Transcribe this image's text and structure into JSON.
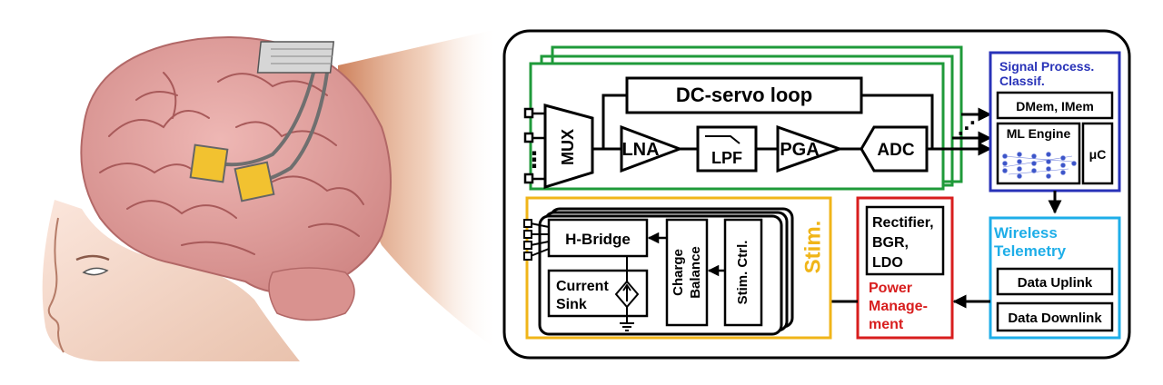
{
  "processing": {
    "title_line1": "Signal Process.",
    "title_line2": "Classif.",
    "dmem": "DMem, IMem",
    "ml_engine": "ML Engine",
    "uc": "μC"
  },
  "frontend": {
    "dc_servo": "DC-servo loop",
    "mux": "MUX",
    "lna": "LNA",
    "lpf": "LPF",
    "pga": "PGA",
    "adc": "ADC",
    "mux_dots": "⋮",
    "out_dots": "⋰"
  },
  "stim": {
    "label": "Stim.",
    "h_bridge": "H-Bridge",
    "current_line1": "Current",
    "current_line2": "Sink",
    "charge_line1": "Charge",
    "charge_line2": "Balance",
    "ctrl": "Stim. Ctrl."
  },
  "power": {
    "rect_line1": "Rectifier,",
    "rect_line2": "BGR,",
    "rect_line3": "LDO",
    "title_line1": "Power",
    "title_line2": "Manage-",
    "title_line3": "ment"
  },
  "wireless": {
    "title_line1": "Wireless",
    "title_line2": "Telemetry",
    "uplink": "Data Uplink",
    "downlink": "Data Downlink"
  },
  "colors": {
    "green": "#1f9a3a",
    "blue": "#2832b8",
    "yellow": "#f0b519",
    "red": "#d81e1e",
    "cyan": "#1eaee8",
    "brain": "#e3a3a1",
    "chip": "#f2c230"
  }
}
